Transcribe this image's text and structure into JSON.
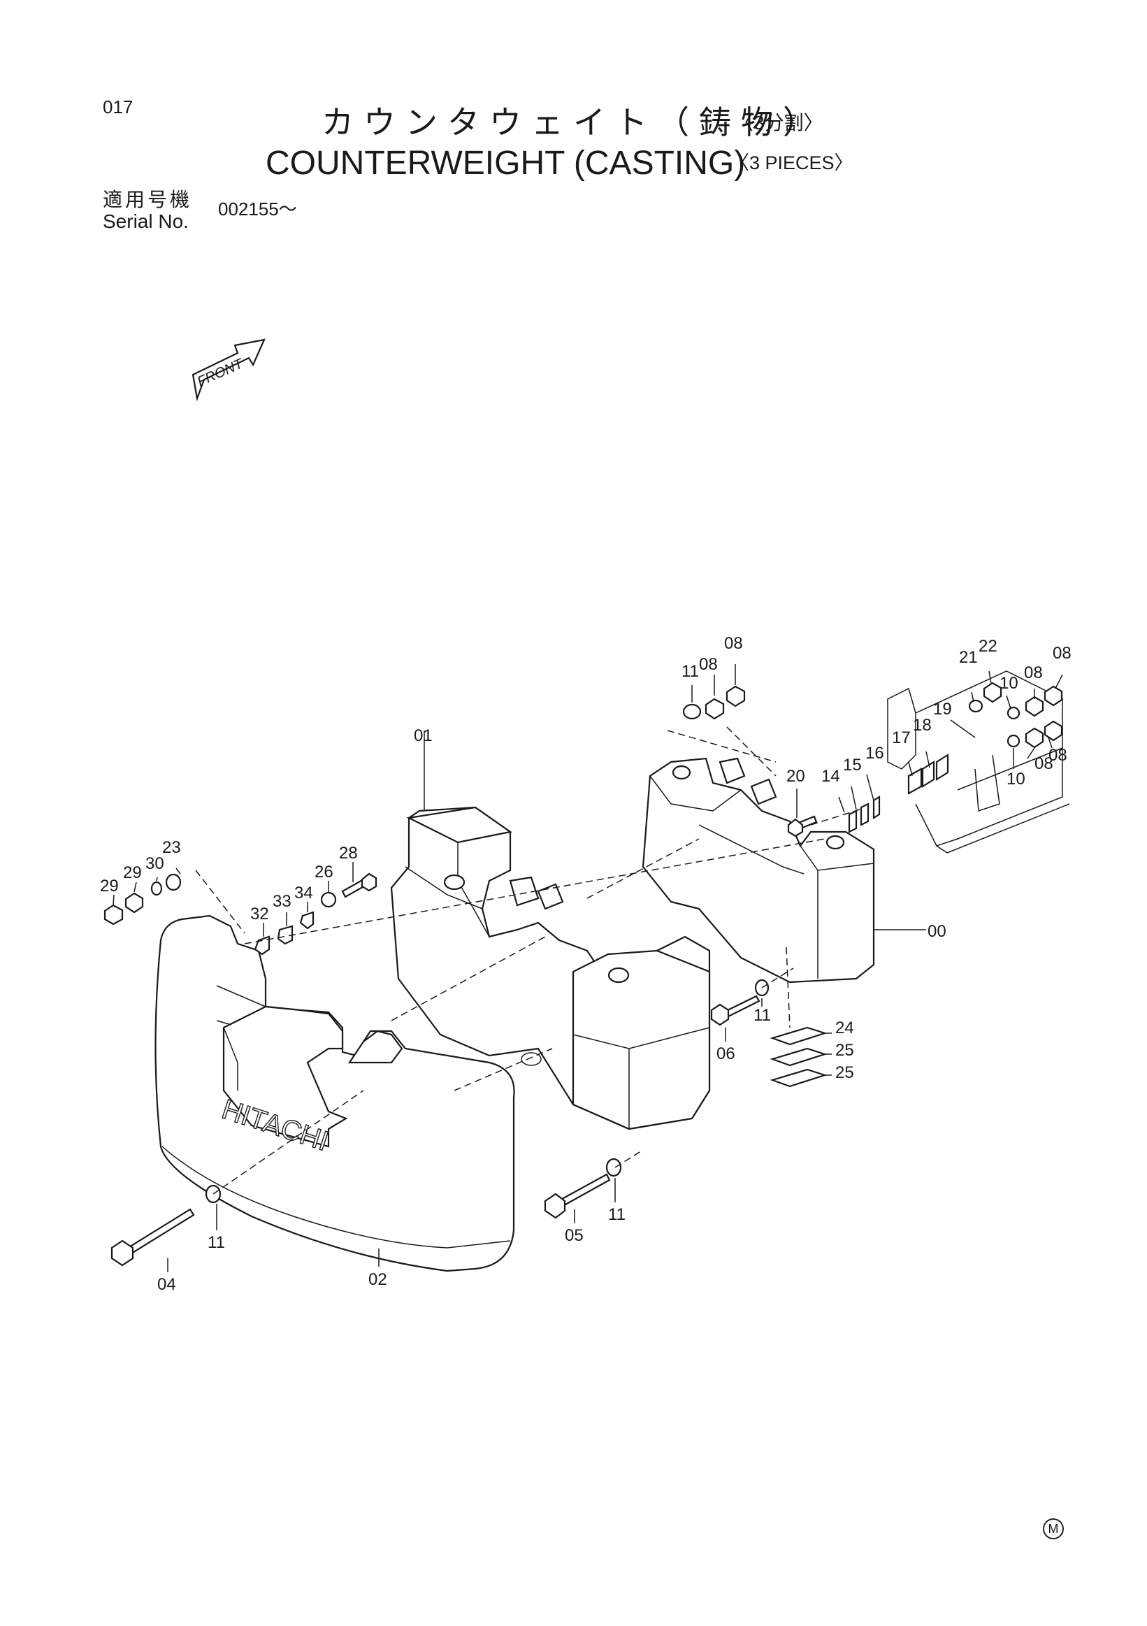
{
  "page_number": "017",
  "title": {
    "jp": "カウンタウェイト（鋳物）",
    "jp_sub": "〈3分割〉",
    "en": "COUNTERWEIGHT (CASTING)",
    "en_sub": "〈3 PIECES〉"
  },
  "serial": {
    "label_jp": "適用号機",
    "label_en": "Serial No.",
    "value": "002155～"
  },
  "front_arrow_label": "FRONT",
  "brand_mark": "HITACHI",
  "corner_mark": "M",
  "callouts": [
    "00",
    "01",
    "02",
    "04",
    "05",
    "06",
    "08",
    "08",
    "08",
    "08",
    "08",
    "08",
    "10",
    "10",
    "11",
    "11",
    "11",
    "11",
    "14",
    "15",
    "16",
    "17",
    "18",
    "19",
    "20",
    "21",
    "22",
    "23",
    "24",
    "25",
    "25",
    "26",
    "28",
    "29",
    "29",
    "30",
    "32",
    "33",
    "34"
  ]
}
